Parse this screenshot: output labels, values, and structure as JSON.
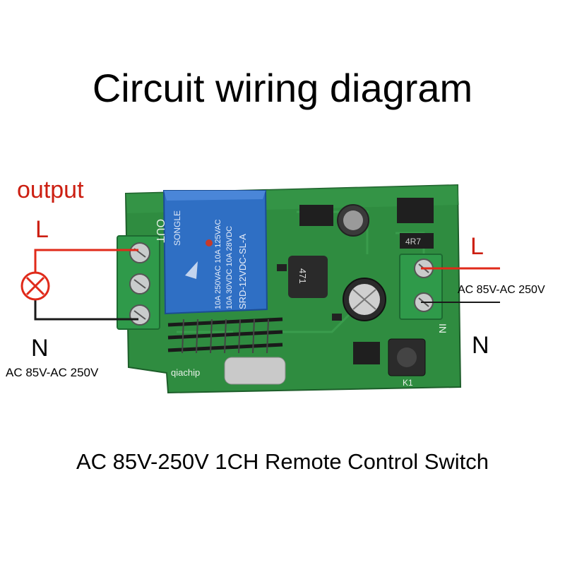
{
  "title": "Circuit wiring diagram",
  "subtitle": "AC 85V-250V 1CH Remote Control Switch",
  "labels": {
    "output": "output",
    "left_live": "L",
    "left_neutral": "N",
    "left_voltage": "AC 85V-AC 250V",
    "right_live": "L",
    "right_neutral": "N",
    "right_voltage": "AC 85V-AC 250V"
  },
  "board_markings": {
    "out_label": "OUT",
    "in_label": "IN",
    "relay_brand": "SONGLE",
    "relay_model": "SRD-12VDC-SL-A",
    "relay_rating_1": "10A 250VAC 10A 125VAC",
    "relay_rating_2": "10A 30VDC 10A 28VDC",
    "inductor": "471",
    "resistor": "4R7",
    "chip_brand": "qiachip",
    "button": "K1"
  },
  "colors": {
    "live_wire": "#e02a1a",
    "neutral_wire": "#1a1a1a",
    "pcb": "#2e8a3f",
    "relay": "#2f6fc4",
    "terminal": "#2f9a4a"
  }
}
